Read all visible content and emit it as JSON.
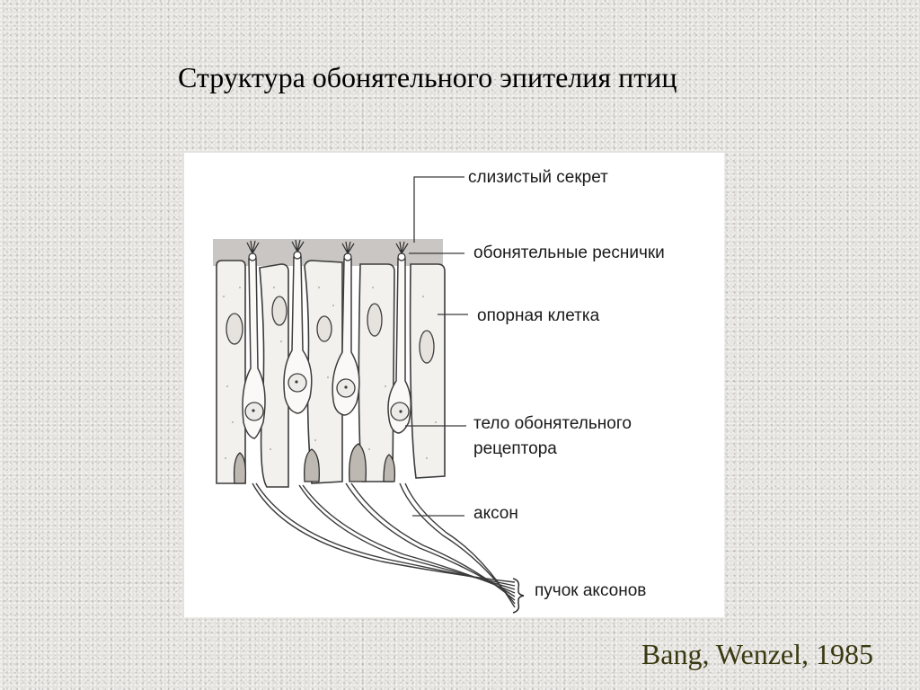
{
  "slide": {
    "title": "Структура обонятельного эпителия птиц",
    "credit": "Bang, Wenzel, 1985"
  },
  "figure": {
    "labels": {
      "mucus": "слизистый секрет",
      "cilia": "обонятельные реснички",
      "support_cell": "опорная клетка",
      "receptor_body_line1": "тело обонятельного",
      "receptor_body_line2": "рецептора",
      "axon": "аксон",
      "axon_bundle": "пучок аксонов"
    }
  },
  "colors": {
    "background": "#e4e2de",
    "title_text": "#000000",
    "credit_text": "#3a3a12",
    "mucus_band": "#c9c6c3"
  }
}
